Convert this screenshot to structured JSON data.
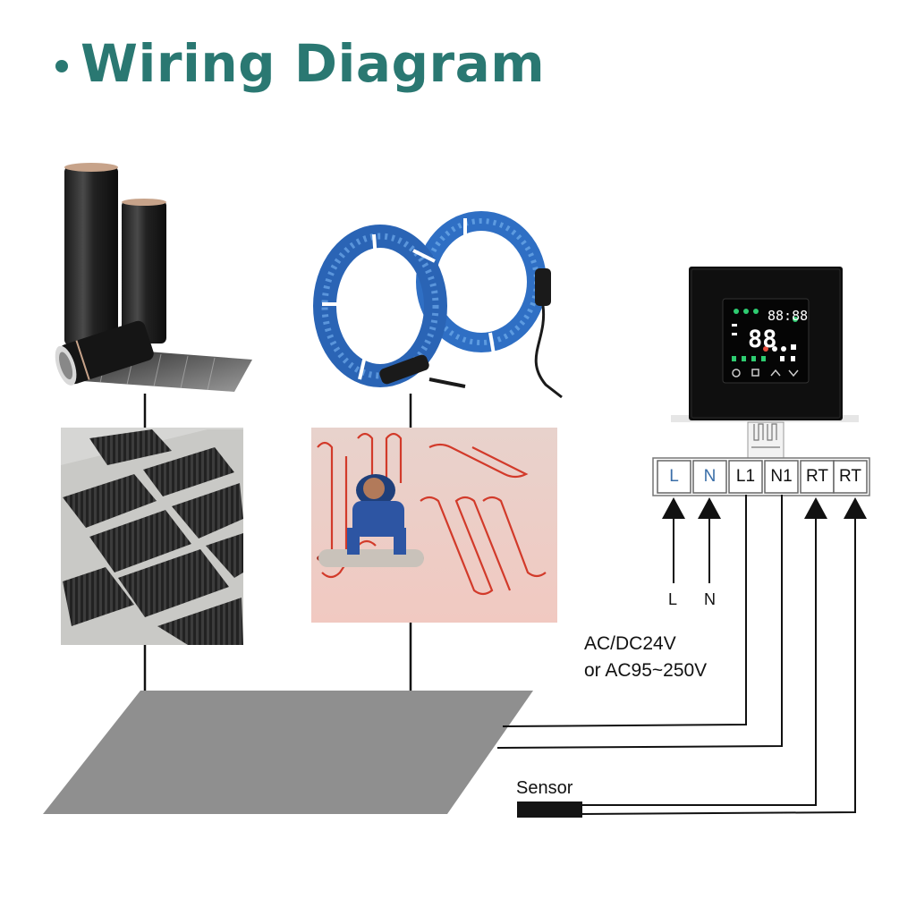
{
  "header": {
    "title": "Wiring Diagram"
  },
  "terminals": [
    {
      "label": "L",
      "kind": "input"
    },
    {
      "label": "N",
      "kind": "input"
    },
    {
      "label": "L1",
      "kind": "output"
    },
    {
      "label": "N1",
      "kind": "output"
    },
    {
      "label": "RT",
      "kind": "sensor"
    },
    {
      "label": "RT",
      "kind": "sensor"
    }
  ],
  "inputs": {
    "l_label": "L",
    "n_label": "N"
  },
  "power": {
    "line1": "AC/DC24V",
    "line2": "or AC95~250V"
  },
  "sensor": {
    "label": "Sensor"
  },
  "thermostat": {
    "display_temp": "88",
    "display_clock": "88:88"
  },
  "colors": {
    "title": "#2a7872",
    "terminal_input_text": "#3a6ea8",
    "cable_blue": "#2f6fc4",
    "heating_wire": "#d23a2a",
    "floor_gray": "#8f8f8f"
  }
}
